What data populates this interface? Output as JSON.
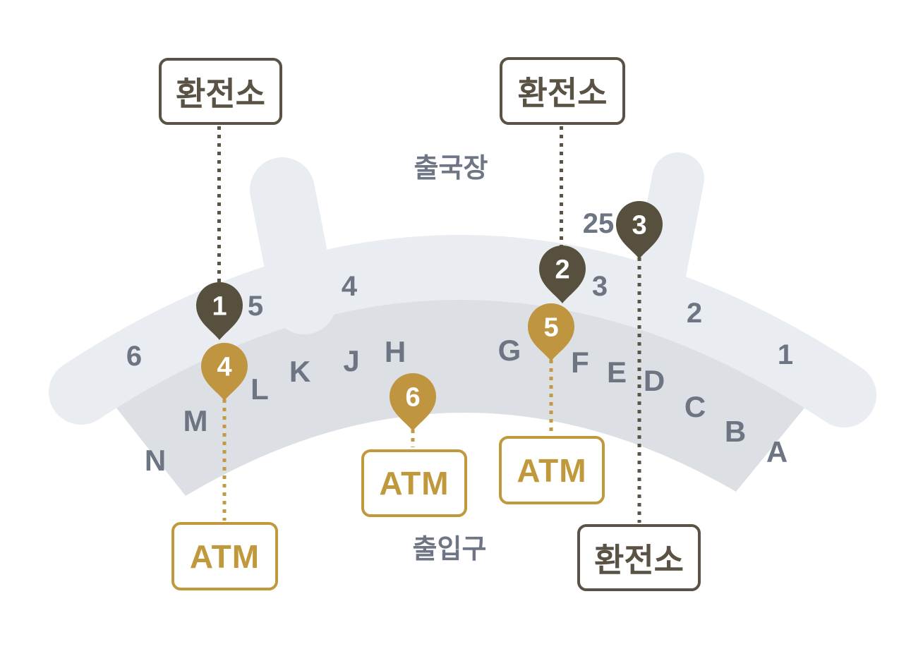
{
  "map": {
    "areas": {
      "departure_hall": "출국장",
      "entrance": "출입구"
    },
    "labels": {
      "exchange": "환전소",
      "atm": "ATM"
    },
    "gate_numbers": [
      "6",
      "5",
      "4",
      "3",
      "25",
      "2",
      "1"
    ],
    "counter_letters": [
      "N",
      "M",
      "L",
      "K",
      "J",
      "H",
      "G",
      "F",
      "E",
      "D",
      "C",
      "B",
      "A"
    ],
    "pins": [
      {
        "number": "1",
        "type": "exchange"
      },
      {
        "number": "2",
        "type": "exchange"
      },
      {
        "number": "3",
        "type": "exchange"
      },
      {
        "number": "4",
        "type": "atm"
      },
      {
        "number": "5",
        "type": "atm"
      },
      {
        "number": "6",
        "type": "atm"
      }
    ],
    "colors": {
      "exchange_dark": "#5a5245",
      "atm_gold": "#c0993d",
      "pin_dark": "#57503f",
      "pin_gold": "#bf9540",
      "band_light": "#e9edf2",
      "band_dark": "#dcdfe4",
      "text_gray": "#6d7482"
    }
  }
}
